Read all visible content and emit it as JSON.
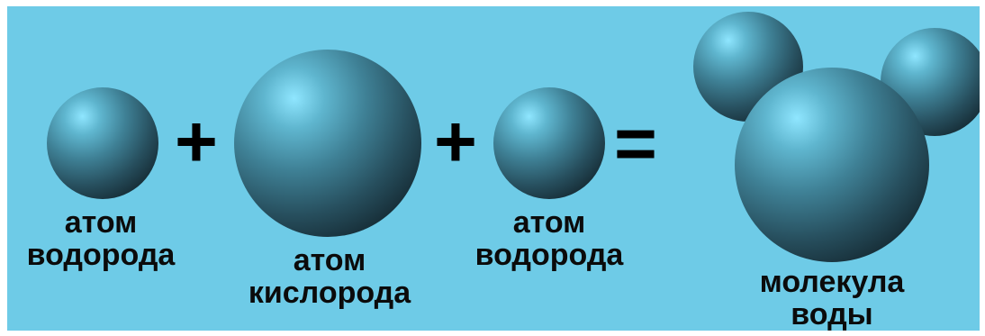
{
  "diagram": {
    "background_color": "#6ecbe7",
    "atoms": [
      {
        "id": "hydrogen-1",
        "label_line1": "атом",
        "label_line2": "водорода"
      },
      {
        "id": "oxygen",
        "label_line1": "атом",
        "label_line2": "кислорода"
      },
      {
        "id": "hydrogen-2",
        "label_line1": "атом",
        "label_line2": "водорода"
      }
    ],
    "operators": {
      "plus": "+",
      "equals": "="
    },
    "molecule": {
      "label_line1": "молекула",
      "label_line2": "воды"
    }
  }
}
